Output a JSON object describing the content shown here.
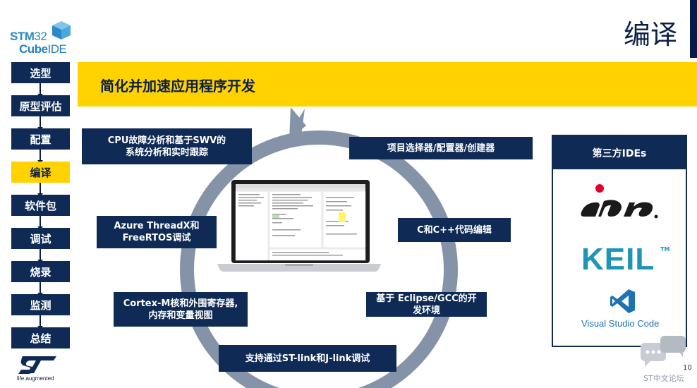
{
  "brand": {
    "stm": "STM",
    "num": "32",
    "cube": "Cube",
    "ide": "IDE"
  },
  "title": "编译",
  "nav": [
    {
      "label": "选型",
      "active": false
    },
    {
      "label": "原型评估",
      "active": false
    },
    {
      "label": "配置",
      "active": false
    },
    {
      "label": "编译",
      "active": true
    },
    {
      "label": "软件包",
      "active": false
    },
    {
      "label": "调试",
      "active": false
    },
    {
      "label": "烧录",
      "active": false
    },
    {
      "label": "监测",
      "active": false
    },
    {
      "label": "总结",
      "active": false
    }
  ],
  "st_tagline": "life.augmented",
  "headline": "简化并加速应用程序开发",
  "features": {
    "cpu_analysis": {
      "line1": "CPU故障分析和基于SWV的",
      "line2": "系统分析和实时跟踪"
    },
    "project_selector": "项目选择器/配置器/创建器",
    "rtos": {
      "line1": "Azure ThreadX和",
      "line2": "FreeRTOS调试"
    },
    "code_editing": "C和C++代码编辑",
    "cortex_views": {
      "line1": "Cortex-M核和外围寄存器,",
      "line2": "内存和变量视图"
    },
    "eclipse_gcc": {
      "line1": "基于 Eclipse/GCC的开",
      "line2": "发环境"
    },
    "debug_probes": "支持通过ST-link和J-link调试"
  },
  "third_party": {
    "header": "第三方IDEs",
    "keil": "KEIL",
    "keil_tm": "TM",
    "vscode": "Visual Studio Code"
  },
  "page_number": "10",
  "forum_label": "ST中文论坛",
  "colors": {
    "navy": "#0e2a55",
    "yellow": "#ffd200",
    "ring": "#8593a8",
    "keil": "#1e95b8",
    "iar": "#1a1a1a"
  }
}
